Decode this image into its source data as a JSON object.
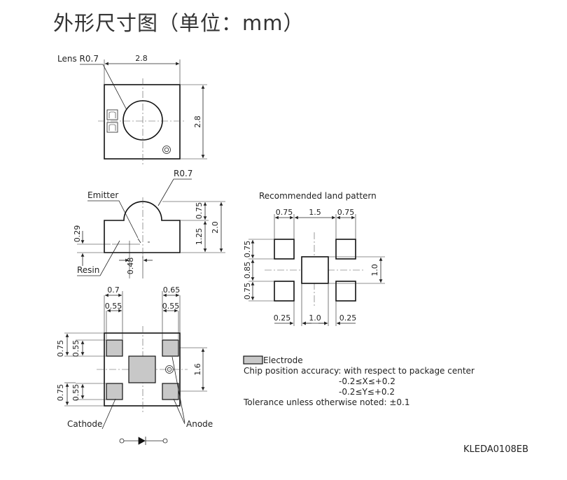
{
  "title": "外形尺寸图（单位：mm）",
  "top_view": {
    "lens_label": "Lens R0.7",
    "width": "2.8",
    "height": "2.8"
  },
  "side_view": {
    "r_label": "R0.7",
    "emitter_label": "Emitter",
    "resin_label": "Resin",
    "dim_029": "0.29",
    "dim_048": "0.48",
    "dim_075": "0.75",
    "dim_125": "1.25",
    "dim_20": "2.0"
  },
  "bottom_view": {
    "top_left_07": "0.7",
    "top_left_055": "0.55",
    "top_right_065": "0.65",
    "top_right_055": "0.55",
    "left_075_a": "0.75",
    "left_055_a": "0.55",
    "left_075_b": "0.75",
    "left_055_b": "0.55",
    "right_16": "1.6",
    "cathode_label": "Cathode",
    "anode_label": "Anode"
  },
  "land_pattern": {
    "title": "Recommended land pattern",
    "top_dims": [
      "0.75",
      "1.5",
      "0.75"
    ],
    "bottom_dims": [
      "0.25",
      "1.0",
      "0.25"
    ],
    "left_dims": [
      "0.75",
      "0.85",
      "0.75"
    ],
    "right_dim": "1.0"
  },
  "notes": {
    "electrode": "Electrode",
    "line1": "Chip position accuracy: with respect to package center",
    "line2": "-0.2≤X≤+0.2",
    "line3": "-0.2≤Y≤+0.2",
    "line4": "Tolerance unless otherwise noted: ±0.1"
  },
  "drawing_code": "KLEDA0108EB"
}
